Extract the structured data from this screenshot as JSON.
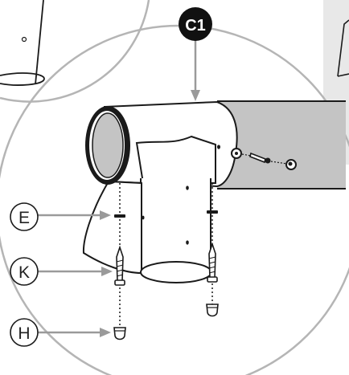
{
  "step": {
    "label": "C1"
  },
  "callouts": [
    {
      "id": "E",
      "label": "E"
    },
    {
      "id": "K",
      "label": "K"
    },
    {
      "id": "H",
      "label": "H"
    }
  ],
  "colors": {
    "line": "#1a1a1a",
    "circle": "#b5b5b5",
    "arrow": "#9a9a9a",
    "pipe_gray": "#c4c4c4",
    "inset_gray": "#e8e8e8",
    "step_badge": "#111111"
  }
}
